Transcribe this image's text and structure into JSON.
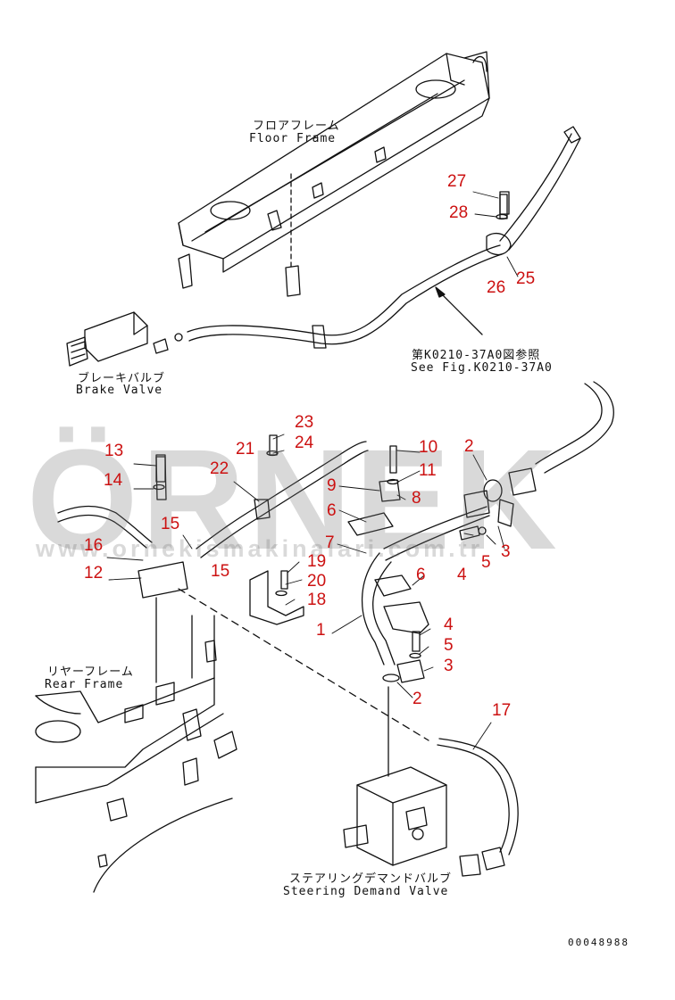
{
  "labels": {
    "floor_frame_jp": "フロアフレーム",
    "floor_frame_en": "Floor Frame",
    "brake_valve_jp": "ブレーキバルブ",
    "brake_valve_en": "Brake Valve",
    "see_fig_jp": "第K0210-37A0図参照",
    "see_fig_en": "See Fig.K0210-37A0",
    "rear_frame_jp": "リヤーフレーム",
    "rear_frame_en": "Rear Frame",
    "steering_jp": "ステアリングデマンドバルブ",
    "steering_en": "Steering Demand Valve"
  },
  "callouts": [
    "27",
    "28",
    "26",
    "25",
    "23",
    "24",
    "21",
    "22",
    "13",
    "14",
    "15",
    "16",
    "12",
    "15",
    "10",
    "11",
    "9",
    "8",
    "6",
    "2",
    "3",
    "5",
    "4",
    "7",
    "19",
    "20",
    "18",
    "6",
    "1",
    "4",
    "5",
    "3",
    "2",
    "17"
  ],
  "watermark": {
    "brand": "ÖRNEK",
    "url": "www.ornekismakinalari.com.tr"
  },
  "document_number": "00048988",
  "colors": {
    "callout": "#cc1111",
    "line": "#111111",
    "watermark": "#8a8a8a",
    "watermark_accent": "#f2c84b"
  }
}
